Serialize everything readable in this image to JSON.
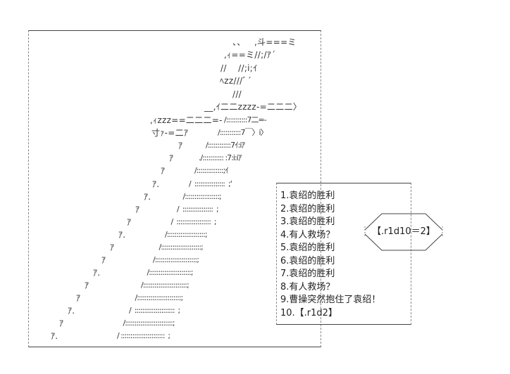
{
  "art": {
    "top_lines": [
      "、、   ,斗===ミ",
      ",ｨ==ミ//;/ｱ´",
      "//    //;i;ｲ",
      "ﾍzz///ﾞ´",
      "///",
      "__,ｲ二二zzzz-=二二二〉",
      ",ｨzzz==二二二=-",
      "寸ｧ-=二ｱ"
    ],
    "upper_ladder": [
      "/:::::::::::7二=-",
      "/:::::::::::7￣〉i〉",
      "/::::::::::::7ｲ:iｱ",
      "./::::::::::: :7:i:iｱ",
      "/::::::::::::::;ｲ"
    ],
    "upper_a": [
      "ｱ",
      "ｱ",
      "ｱ"
    ],
    "lower_a": [
      "ｱ.",
      "ｱ.",
      "ｱ",
      "ｱ",
      "ｱ.",
      "ｱ",
      "ｱ",
      "ｱ.",
      "ｱ",
      "ｱ",
      "ｱ.",
      "ｱ",
      "ｱ."
    ],
    "lower_ladder": [
      "/  ::::::::::::::::  ;'",
      "/::::::::::::::::::;",
      "/  ::::::::::::::::  ;",
      "/  ::::::::::::::::::  ;",
      "/::::::::::::::::::::;",
      "/:::::::::::::::::::::;",
      "/::::::::::::::::::::::;",
      "/::::::::::::::::::::::;",
      "/:::::::::::::::::::::::;",
      "/:::::::::::::::::::::::;",
      "/  :::::::::::::::::::::  ;",
      "/:::::::::::::::::::::::::;",
      "/ :::::::::::::::::::::::  ;"
    ]
  },
  "list": {
    "items": [
      "1.袁绍的胜利",
      "2.袁绍的胜利",
      "3.袁绍的胜利",
      "4.有人救场？",
      "5.袁绍的胜利",
      "6.袁绍的胜利",
      "7.袁绍的胜利",
      "8.有人救场？",
      "9.曹操突然抱住了袁绍！",
      "10.【.r1d2】"
    ]
  },
  "result": {
    "text": "【.r1d10＝2】"
  }
}
